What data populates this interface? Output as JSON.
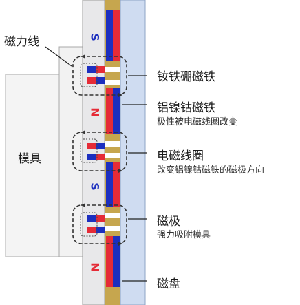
{
  "labels": {
    "field_lines": "磁力线",
    "mold": "模具",
    "ndfeb": "钕铁硼磁铁",
    "alnico": "铝镍钴磁铁",
    "alnico_sub": "极性被电磁线圈改变",
    "coil": "电磁线圈",
    "coil_sub": "改变铝镍钴磁铁的磁极方向",
    "pole": "磁极",
    "pole_sub": "强力吸附模具",
    "chuck": "磁盘"
  },
  "poles": {
    "south": "S",
    "north": "N"
  },
  "colors": {
    "north": "#e52b37",
    "south": "#1c2fbf",
    "steel": "#c6a64e",
    "plate": "#cfdcf1",
    "mold": "#f4f4f4",
    "dashed": "#333333"
  }
}
